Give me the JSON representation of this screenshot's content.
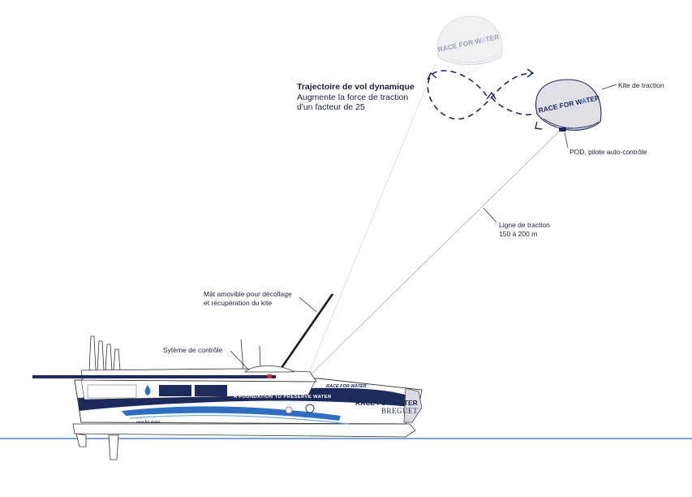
{
  "flight_path": {
    "title": "Trajectoire de vol dynamique",
    "line1": "Augmente la force de traction",
    "line2": "d'un facteur de 25"
  },
  "labels": {
    "kite": "Kite de traction",
    "pod": "POD, pilote auto-contrôle",
    "line_title": "Ligne de traction",
    "line_length": "150 à 200 m",
    "mast_line1": "Mât amovible pour décollage",
    "mast_line2": "et récupération du kite",
    "control": "Sytème de contrôle"
  },
  "kite_brand": {
    "part1": "RACE FOR W",
    "highlight": "A",
    "part2": "TER"
  },
  "boat": {
    "hull_brand": "RACE FOR WATER",
    "sponsor": "BREGUET",
    "foundation": "A FOUNDATION TO PRESERVE WATER",
    "deck_text": "RACE FOR WATER",
    "small_text": "race for water"
  },
  "colors": {
    "navy": "#1d2a5c",
    "blue": "#2e6fc2",
    "light_blue": "#6aa7d8",
    "water_line": "#2f6fc6",
    "kite_gray": "#dfe0e6"
  }
}
